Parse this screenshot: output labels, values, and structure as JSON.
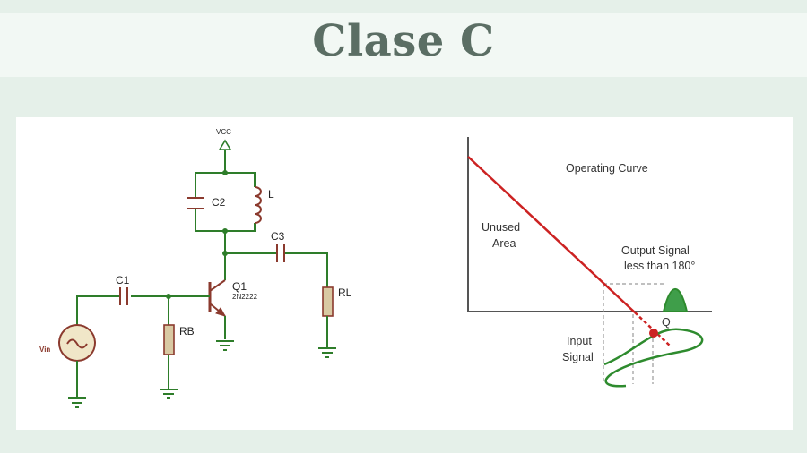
{
  "title": "Clase C",
  "circuit": {
    "vcc": "VCC",
    "c2": "C2",
    "l": "L",
    "c3": "C3",
    "c1": "C1",
    "q1": "Q1",
    "q1_part": "2N2222",
    "rl": "RL",
    "rb": "RB",
    "vin": "Vin"
  },
  "graph": {
    "operating_curve": "Operating Curve",
    "unused_line1": "Unused",
    "unused_line2": "Area",
    "output_line1": "Output Signal",
    "output_line2": "less than 180°",
    "q": "Q",
    "input_line1": "Input",
    "input_line2": "Signal"
  },
  "colors": {
    "wire": "#2e7d2a",
    "component": "#8b3a2e",
    "resistor_fill": "#d9c9a3",
    "source_fill": "#f0e6c8",
    "curve": "#cc2222",
    "signal": "#2e8b2e"
  }
}
